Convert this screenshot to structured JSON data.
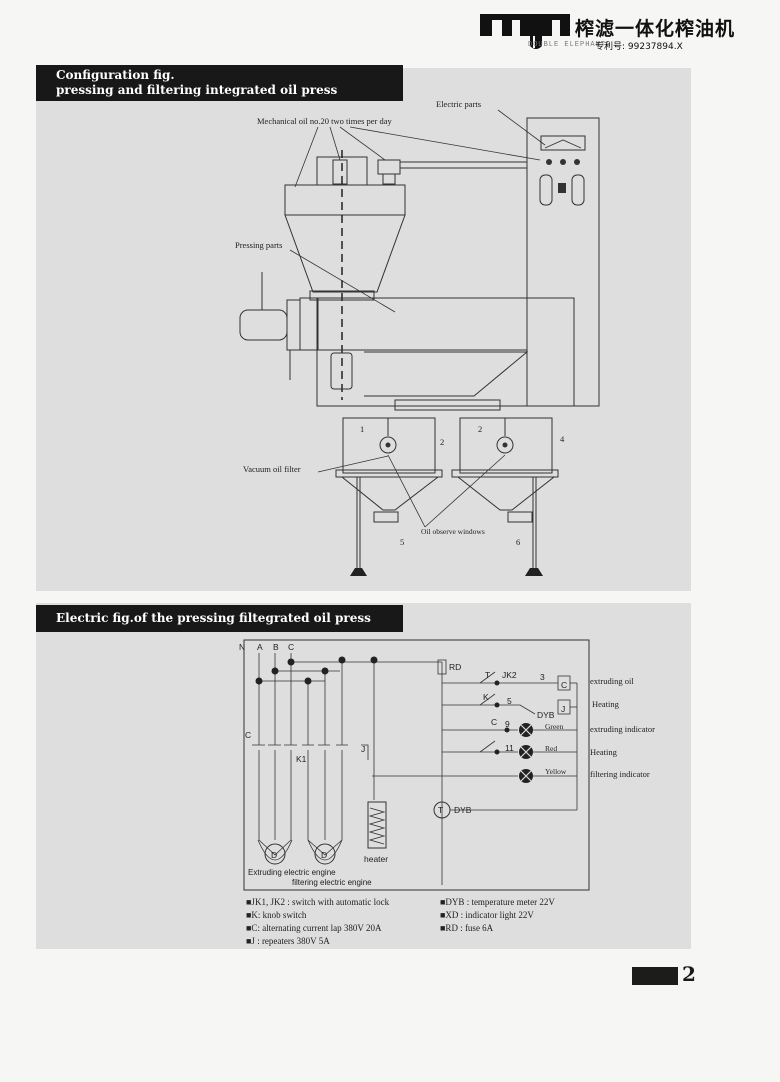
{
  "header": {
    "chinese_title": "榨滤一体化榨油机",
    "brand": "DOUBLE ELEPHANTS",
    "patent": "专利号: 99237894.X"
  },
  "config_section": {
    "title_line1": "Configuration fig.",
    "title_line2": "pressing and filtering integrated oil press",
    "labels": {
      "electric_parts": "Electric parts",
      "mechanical_oil": "Mechanical oil no.20 two times per day",
      "pressing_parts": "Pressing parts",
      "vacuum_oil_filter": "Vacuum oil filter",
      "oil_observe_windows": "Oil observe windows"
    },
    "numbers": [
      "1",
      "2",
      "2",
      "4",
      "5",
      "6"
    ]
  },
  "electric_section": {
    "title": "Electric fig.of the pressing filtegrated oil press",
    "terminals": [
      "N",
      "A",
      "B",
      "C"
    ],
    "components": {
      "rd": "RD",
      "jk2": "JK2",
      "t": "T",
      "k": "K",
      "c": "C",
      "j": "J",
      "k1": "K1",
      "dyb": "DYB",
      "three": "3",
      "five": "5",
      "nine": "9",
      "eleven": "11",
      "motor": "D",
      "heater": "heater",
      "extruding_engine": "Extruding electric engine",
      "filtering_engine": "filtering electric engine"
    },
    "lamp_colors": [
      "Green",
      "Red",
      "Yellow"
    ],
    "right_labels": [
      "extruding oil",
      "Heating",
      "extruding indicator",
      "Heating",
      "filtering indicator"
    ],
    "legend": [
      "■JK1, JK2 : switch with automatic lock",
      "■K:   knob switch",
      "■C:  alternating current lap  380V  20A",
      "■J : repeaters  380V  5A",
      "■DYB : temperature meter   22V",
      "■XD : indicator light 22V",
      "■RD : fuse 6A"
    ]
  },
  "page_number": "2"
}
